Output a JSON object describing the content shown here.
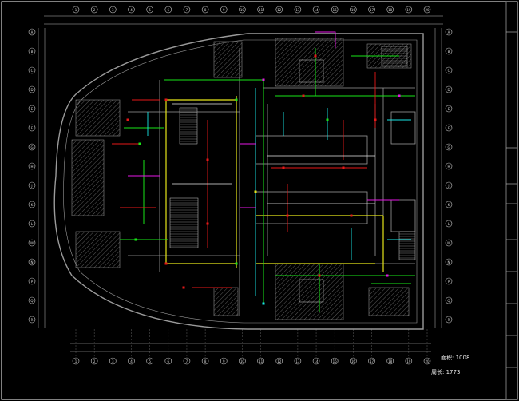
{
  "drawing": {
    "background": "#000000",
    "colors": {
      "frame": "#ffffff",
      "wall": "#9a9a9a",
      "wall_hatch": "#5c5c5c",
      "axis": "#c8c8c8",
      "pipe_green": "#19e619",
      "pipe_yellow": "#e6e619",
      "pipe_red": "#e61919",
      "pipe_cyan": "#19e6e6",
      "pipe_magenta": "#e619e6",
      "pipe_white": "#e6e6e6"
    }
  },
  "axis_labels_bottom": [
    "1",
    "2",
    "3",
    "4",
    "5",
    "6",
    "7",
    "8",
    "9",
    "10",
    "11",
    "12",
    "13",
    "14",
    "15",
    "16",
    "17",
    "18",
    "19",
    "20"
  ],
  "axis_labels_left": [
    "A",
    "B",
    "C",
    "D",
    "E",
    "F",
    "G",
    "H",
    "J",
    "K",
    "L",
    "M",
    "N",
    "P",
    "Q",
    "R"
  ],
  "notes": {
    "area_line_1": "面积: 1008",
    "area_line_2": "周长: 1773"
  }
}
